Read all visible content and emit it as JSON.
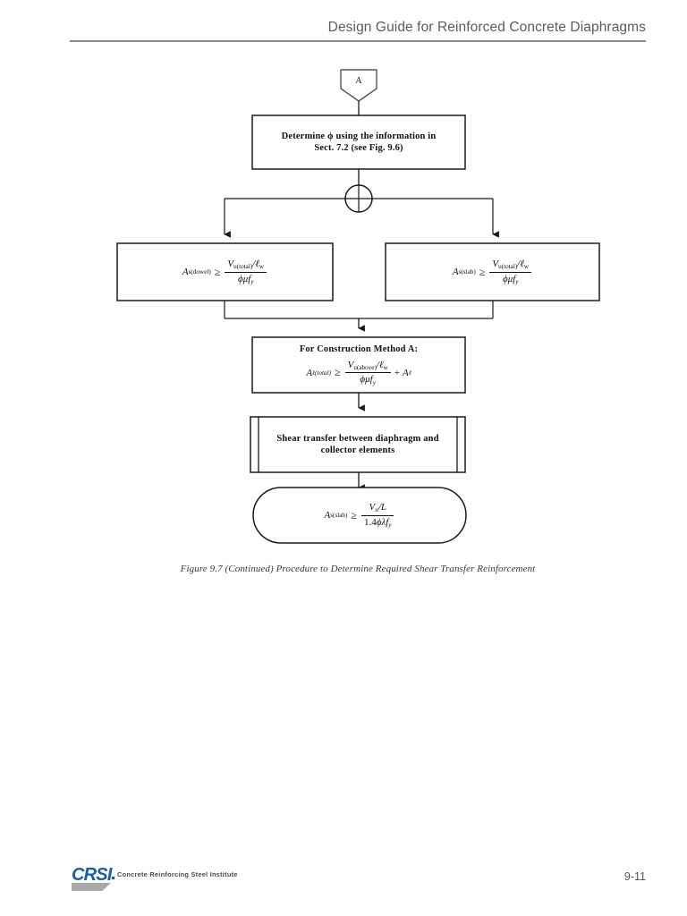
{
  "header": {
    "title": "Design Guide for Reinforced Concrete Diaphragms"
  },
  "flowchart": {
    "title": "Procedure to Determine Required Shear Transfer Reinforcement",
    "connector": {
      "label": "A",
      "shape": "pentagon-offpage-connector"
    },
    "nodes": {
      "determine_phi": {
        "line1": "Determine ϕ using the information in",
        "line2": "Sect. 7.2 (see Fig. 9.6)",
        "shape": "process-box"
      },
      "junction": {
        "shape": "circle-junction"
      },
      "as_dowel": {
        "lhs": "A",
        "lhs_sub": "s(dowel)",
        "relation": "≥",
        "num_main": "V",
        "num_sub": "u(total)",
        "num_tail": "/ℓ",
        "num_tail_sub": "w",
        "den": "ϕμf",
        "den_sub": "y",
        "shape": "process-box"
      },
      "as_slab_top": {
        "lhs": "A",
        "lhs_sub": "s(slab)",
        "relation": "≥",
        "num_main": "V",
        "num_sub": "u(total)",
        "num_tail": "/ℓ",
        "num_tail_sub": "w",
        "den": "ϕμf",
        "den_sub": "y",
        "shape": "process-box"
      },
      "construction_method_a": {
        "heading": "For Construction Method A:",
        "lhs": "A",
        "lhs_sub": "ℓ(total)",
        "relation": "≥",
        "num_main": "V",
        "num_sub": "u(above)",
        "num_tail": "/ℓ",
        "num_tail_sub": "w",
        "den": "ϕμf",
        "den_sub": "y",
        "plus": "+",
        "addend": "A",
        "addend_sub": "ℓ",
        "shape": "process-box"
      },
      "shear_transfer": {
        "line1": "Shear transfer between diaphragm and",
        "line2": "collector elements",
        "shape": "predefined-process-box"
      },
      "as_slab_bottom": {
        "lhs": "A",
        "lhs_sub": "s(slab)",
        "relation": "≥",
        "num_main": "V",
        "num_sub": "u",
        "num_tail": "/L",
        "den_prefix": "1.4",
        "den": "ϕλf",
        "den_sub": "y",
        "shape": "terminator-rounded"
      }
    }
  },
  "caption": {
    "text": "Figure 9.7 (Continued)  Procedure to Determine Required Shear Transfer Reinforcement"
  },
  "footer": {
    "logo_mark": "CRSI",
    "logo_name": "Concrete Reinforcing Steel Institute",
    "page_number": "9-11",
    "brand_color": "#1d5ca4"
  }
}
